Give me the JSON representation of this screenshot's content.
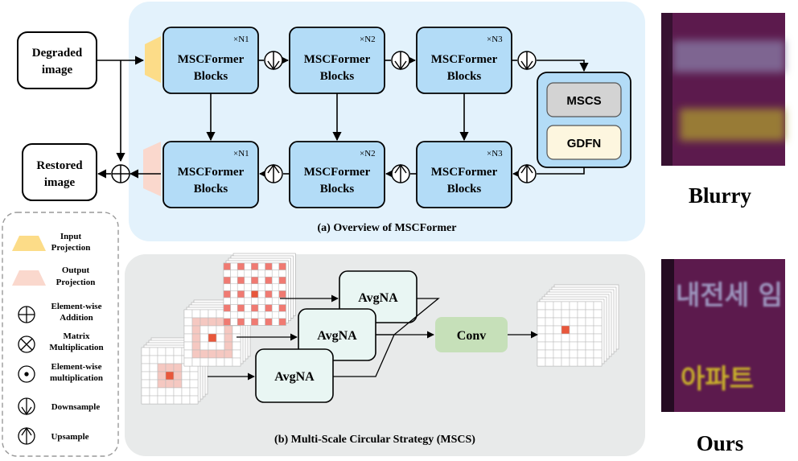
{
  "panel_a": {
    "caption": "(a) Overview of MSCFormer",
    "input_label": [
      "Degraded",
      "image"
    ],
    "output_label": [
      "Restored",
      "image"
    ],
    "block_label": [
      "MSCFormer",
      "Blocks"
    ],
    "top_multipliers": [
      "N1",
      "N2",
      "N3"
    ],
    "bottom_multipliers": [
      "N1",
      "N2",
      "N3"
    ],
    "side_module": {
      "top": "MSCS",
      "bottom": "GDFN"
    }
  },
  "legend": [
    {
      "icon": "input-projection-trapezoid",
      "label": [
        "Input",
        "Projection"
      ]
    },
    {
      "icon": "output-projection-trapezoid",
      "label": [
        "Output",
        "Projection"
      ]
    },
    {
      "icon": "circle-plus-icon",
      "label": [
        "Element-wise",
        "Addition"
      ]
    },
    {
      "icon": "circle-times-icon",
      "label": [
        "Matrix",
        "Multiplication"
      ]
    },
    {
      "icon": "circle-dot-icon",
      "label": [
        "Element-wise",
        "multiplication"
      ]
    },
    {
      "icon": "downsample-icon",
      "label": [
        "Downsample"
      ]
    },
    {
      "icon": "upsample-icon",
      "label": [
        "Upsample"
      ]
    }
  ],
  "panel_b": {
    "caption": "(b) Multi-Scale Circular Strategy (MSCS)",
    "avgna_labels": [
      "AvgNA",
      "AvgNA",
      "AvgNA"
    ],
    "conv_label": "Conv"
  },
  "examples": {
    "blurry_label": "Blurry",
    "ours_label": "Ours",
    "ours_text_lines": [
      "내전세 임",
      "아파트 "
    ]
  },
  "colors": {
    "panel_a_bg": "#e3f2fc",
    "panel_b_bg": "#e8eaea",
    "block_fill": "#b3dcf7",
    "mscs_fill": "#d3d3d3",
    "gdfn_fill": "#fdf6df",
    "avgna_fill": "#e9f6f3",
    "conv_fill": "#c6e0b9",
    "grid_highlight": "#f07a72",
    "grid_center": "#e8573b",
    "grid_soft": "#f5c8c1",
    "input_projection": "#fcdc88",
    "output_projection": "#fad8cd",
    "image_purple": "#5c1a4d"
  }
}
